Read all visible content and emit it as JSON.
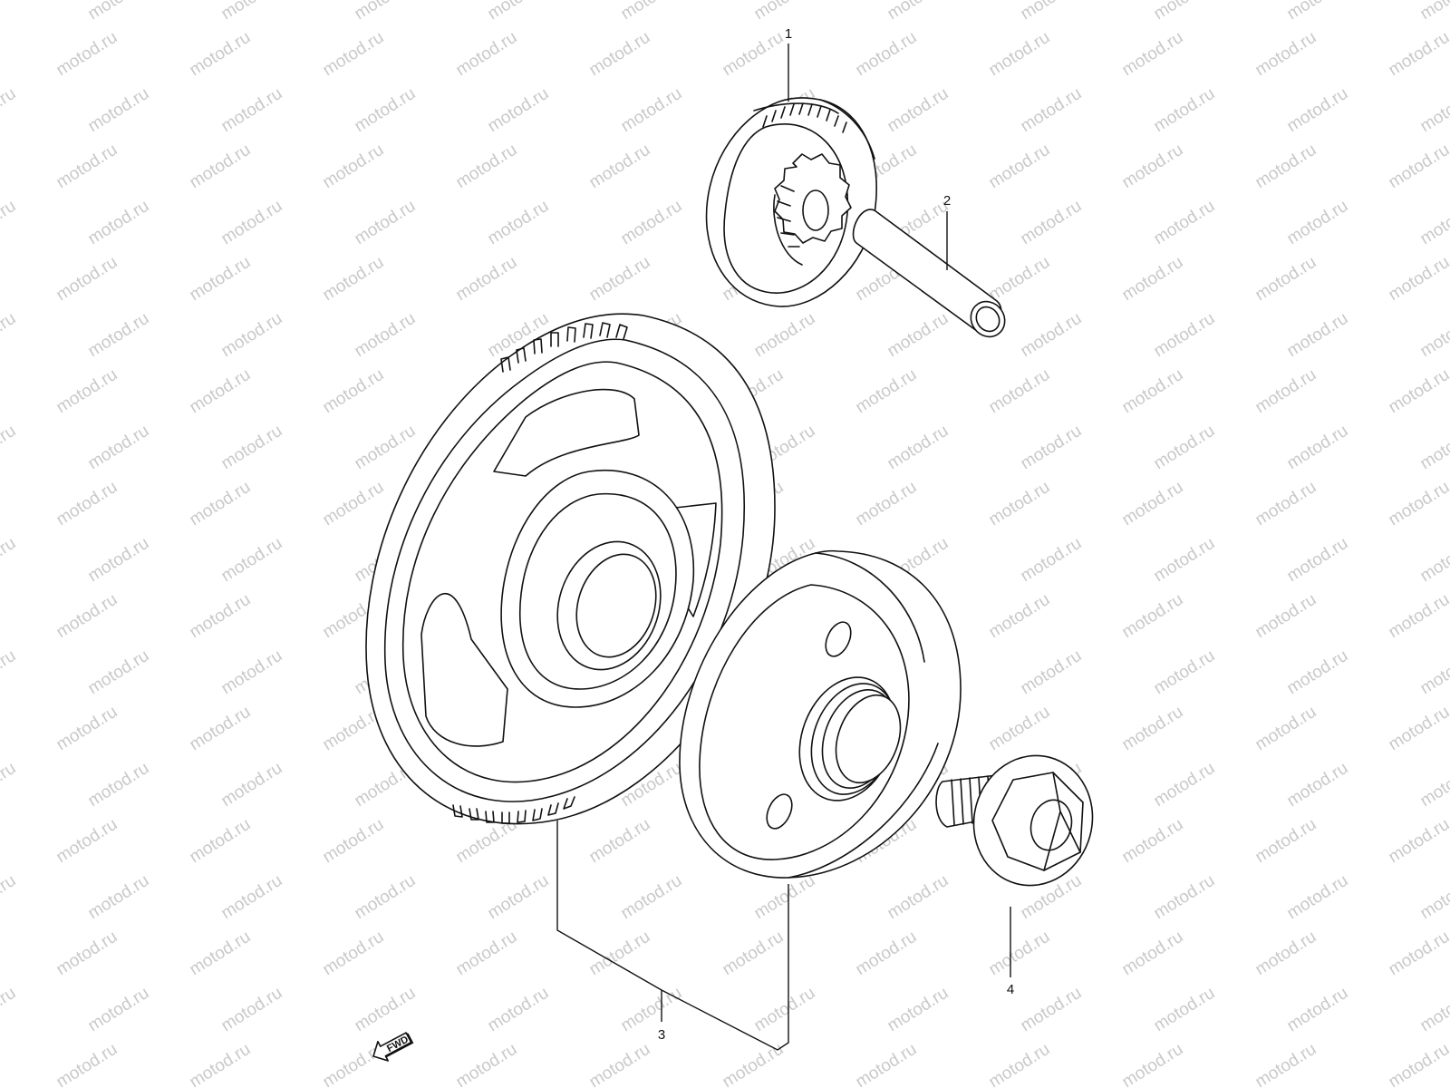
{
  "watermark": {
    "text": "motod.ru",
    "color": "#c9c9c9"
  },
  "callouts": [
    {
      "id": "1",
      "part": "starter-idle-gear"
    },
    {
      "id": "2",
      "part": "idle-gear-shaft"
    },
    {
      "id": "3",
      "part": "starter-clutch-gear-and-one-way-clutch"
    },
    {
      "id": "4",
      "part": "flange-bolt"
    }
  ],
  "fwd_badge": {
    "label": "FWD",
    "icon": "direction-arrow-icon"
  }
}
